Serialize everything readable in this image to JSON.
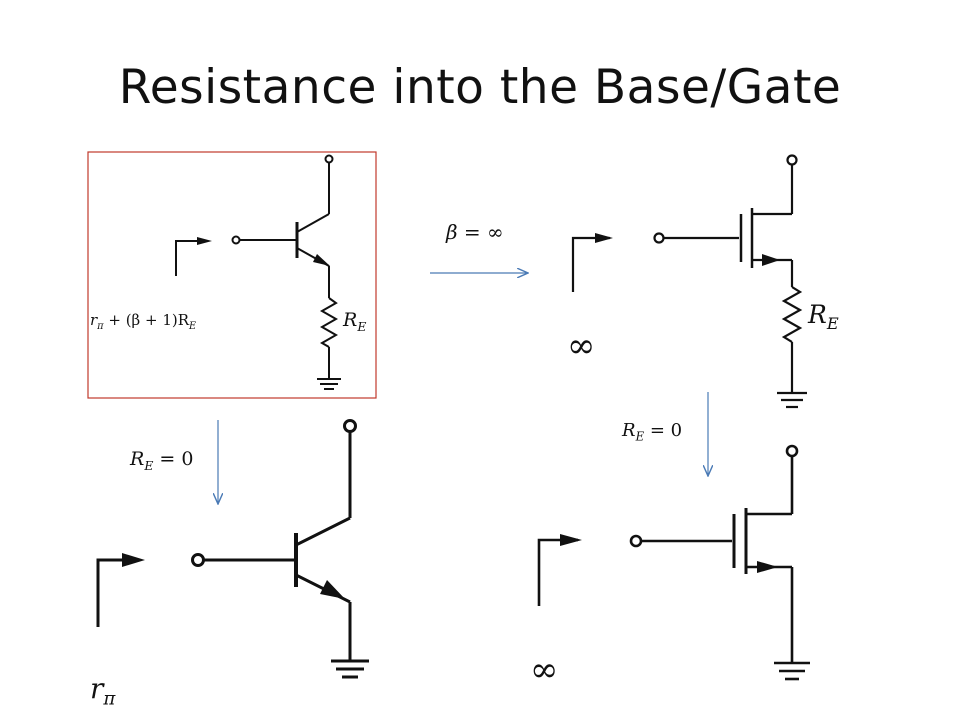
{
  "slide": {
    "title": "Resistance into the Base/Gate"
  },
  "labels": {
    "bjt_re_result": "r",
    "bjt_re_result_sub": "π",
    "bjt_re_result_rest": " + (β + 1)R",
    "bjt_re_result_sub2": "E",
    "re_label_a": "R",
    "re_label_a_sub": "E",
    "beta_condition": "β = ∞",
    "re_label_b": "R",
    "re_label_b_sub": "E",
    "mos_re_result": "∞",
    "re_zero_left": "R",
    "re_zero_left_sub": "E",
    "re_zero_left_rest": " = 0",
    "re_zero_right": "R",
    "re_zero_right_sub": "E",
    "re_zero_right_rest": " = 0",
    "bjt_result": "r",
    "bjt_result_sub": "π",
    "mos_result": "∞"
  },
  "colors": {
    "highlight_box": "#c0392b",
    "arrow": "#4a7ab5",
    "wire": "#111111"
  }
}
